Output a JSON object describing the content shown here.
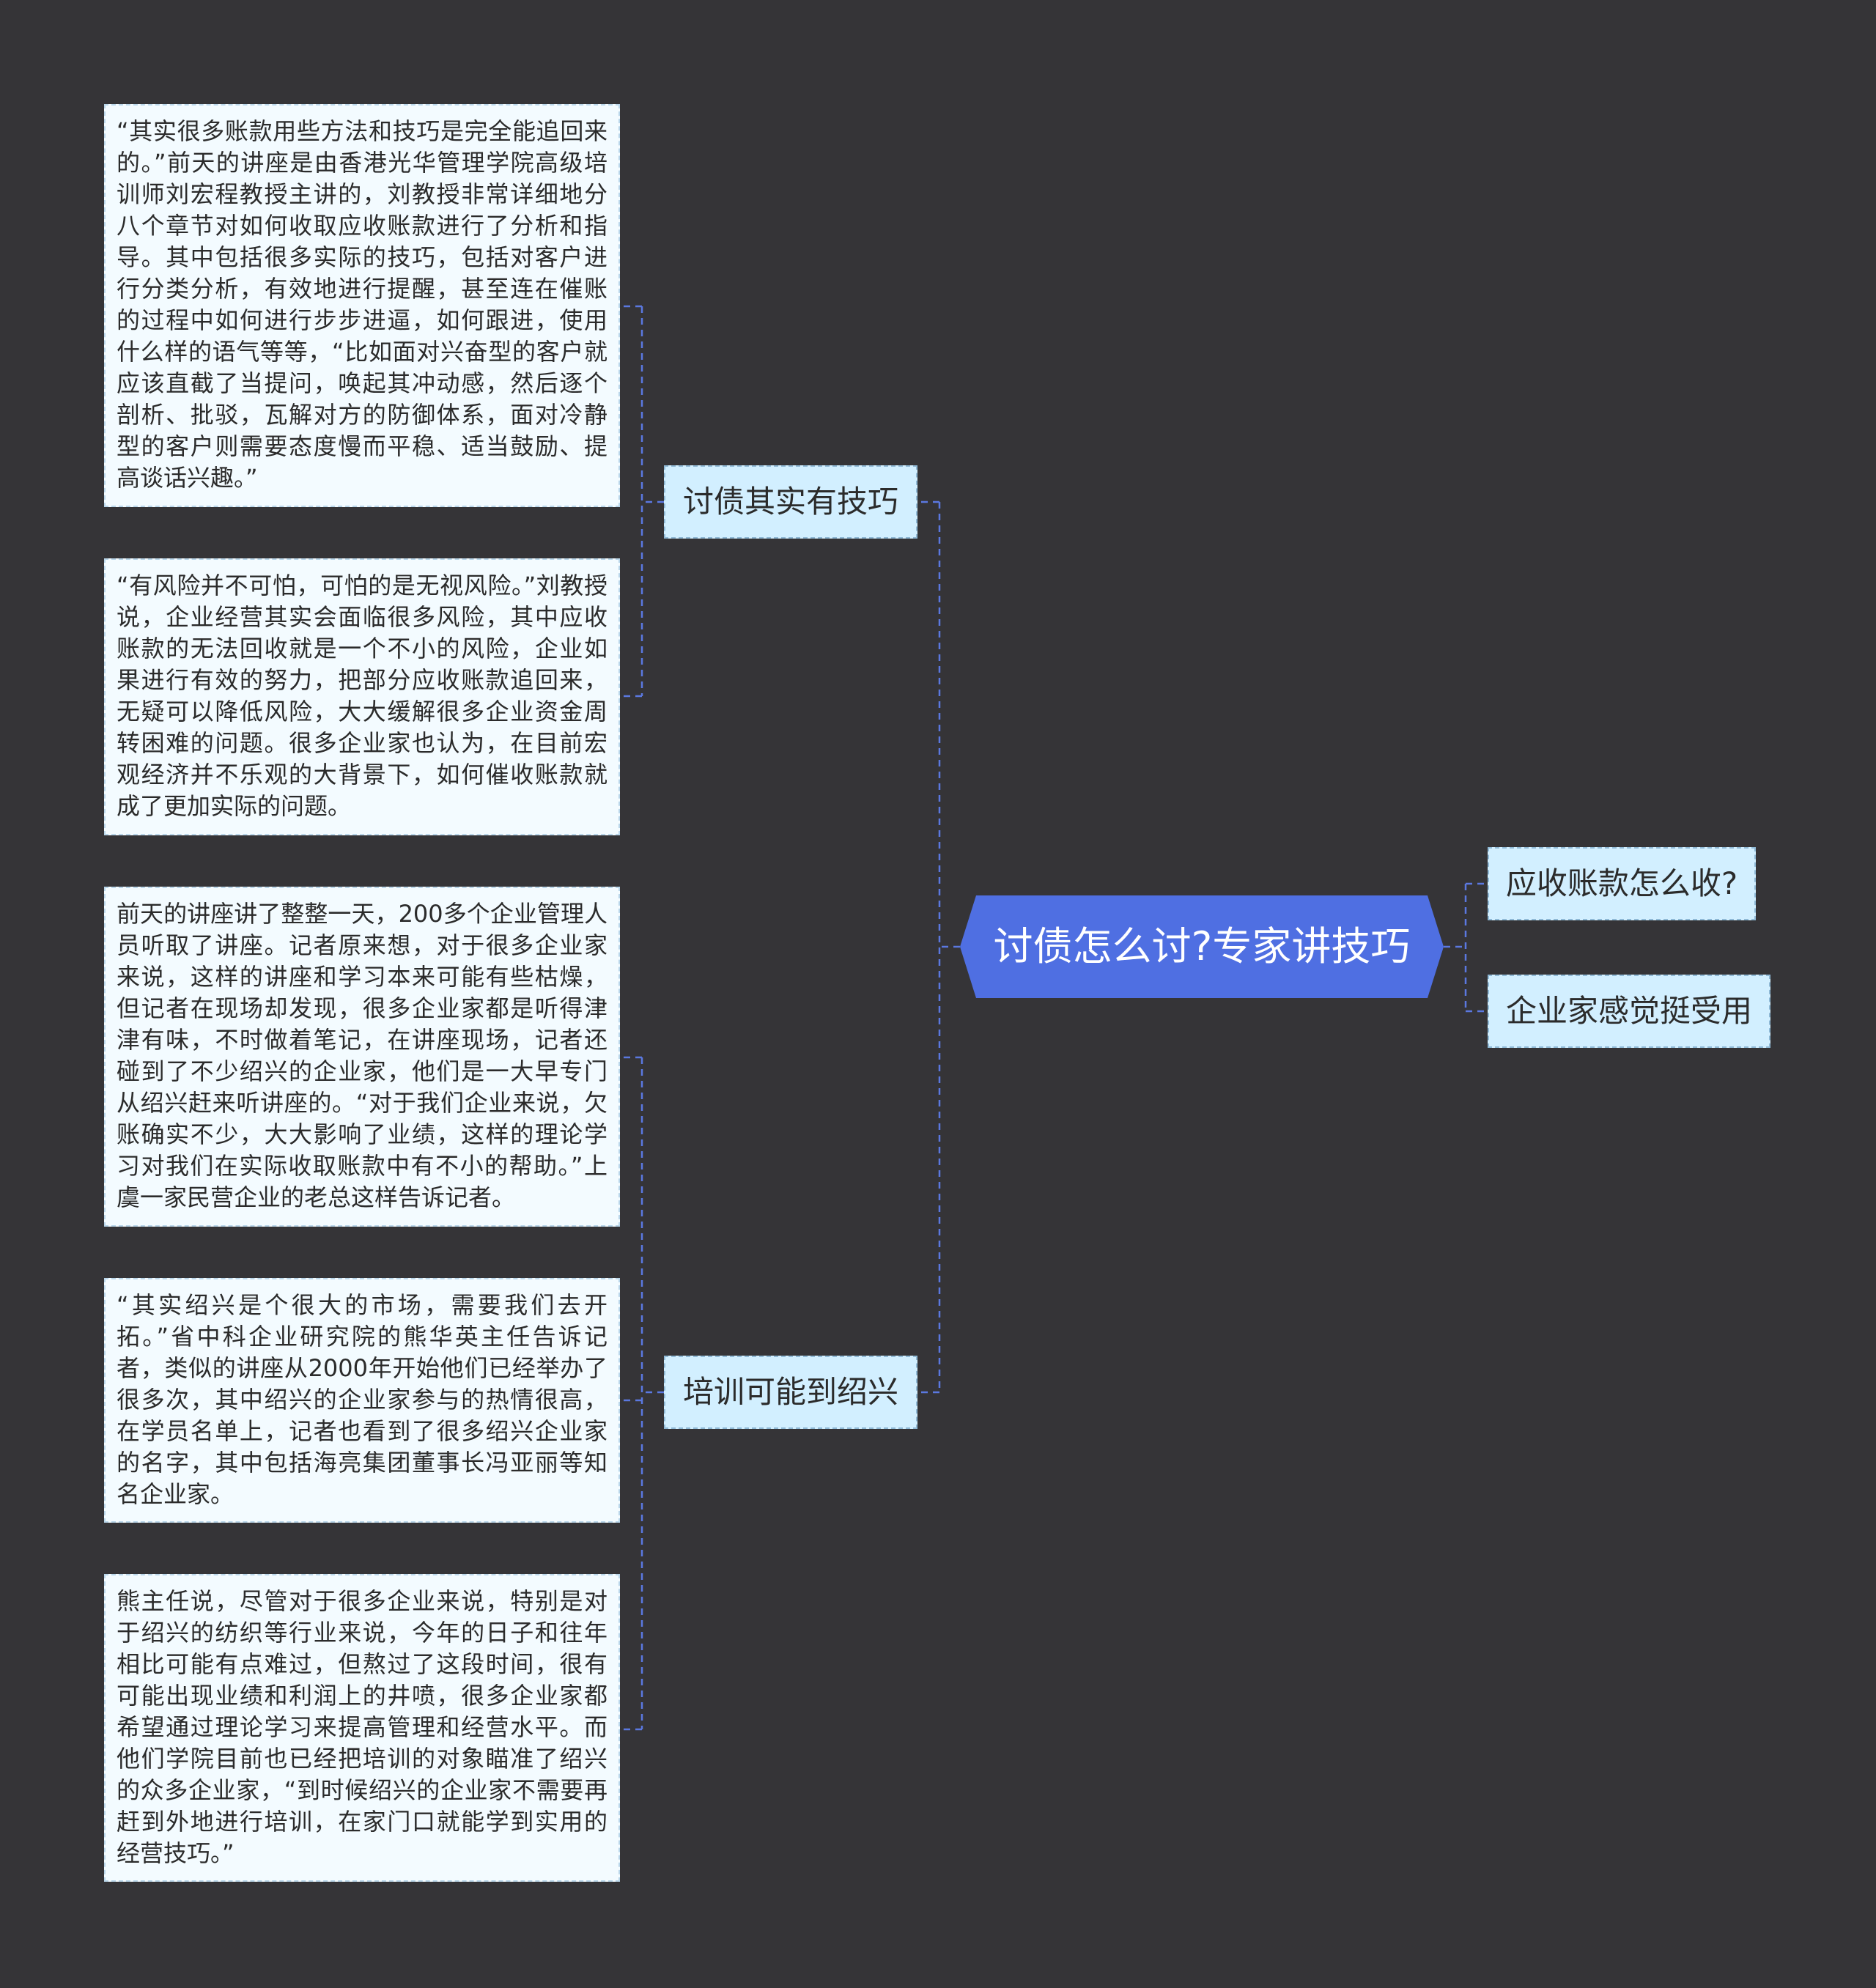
{
  "root": {
    "title": "讨债怎么讨?专家讲技巧"
  },
  "left_branches": [
    {
      "label": "讨债其实有技巧",
      "details": [
        "“其实很多账款用些方法和技巧是完全能追回来的。”前天的讲座是由香港光华管理学院高级培训师刘宏程教授主讲的，刘教授非常详细地分八个章节对如何收取应收账款进行了分析和指导。其中包括很多实际的技巧，包括对客户进行分类分析，有效地进行提醒，甚至连在催账的过程中如何进行步步进逼，如何跟进，使用什么样的语气等等，“比如面对兴奋型的客户就应该直截了当提问，唤起其冲动感，然后逐个剖析、批驳，瓦解对方的防御体系，面对冷静型的客户则需要态度慢而平稳、适当鼓励、提高谈话兴趣。”",
        "“有风险并不可怕，可怕的是无视风险。”刘教授说，企业经营其实会面临很多风险，其中应收账款的无法回收就是一个不小的风险，企业如果进行有效的努力，把部分应收账款追回来，无疑可以降低风险，大大缓解很多企业资金周转困难的问题。很多企业家也认为，在目前宏观经济并不乐观的大背景下，如何催收账款就成了更加实际的问题。"
      ]
    },
    {
      "label": "培训可能到绍兴",
      "details": [
        "前天的讲座讲了整整一天，200多个企业管理人员听取了讲座。记者原来想，对于很多企业家来说，这样的讲座和学习本来可能有些枯燥，但记者在现场却发现，很多企业家都是听得津津有味，不时做着笔记，在讲座现场，记者还碰到了不少绍兴的企业家，他们是一大早专门从绍兴赶来听讲座的。“对于我们企业来说，欠账确实不少，大大影响了业绩，这样的理论学习对我们在实际收取账款中有不小的帮助。”上虞一家民营企业的老总这样告诉记者。",
        "“其实绍兴是个很大的市场，需要我们去开拓。”省中科企业研究院的熊华英主任告诉记者，类似的讲座从2000年开始他们已经举办了很多次，其中绍兴的企业家参与的热情很高，在学员名单上，记者也看到了很多绍兴企业家的名字，其中包括海亮集团董事长冯亚丽等知名企业家。",
        "熊主任说，尽管对于很多企业来说，特别是对于绍兴的纺织等行业来说，今年的日子和往年相比可能有点难过，但熬过了这段时间，很有可能出现业绩和利润上的井喷，很多企业家都希望通过理论学习来提高管理和经营水平。而他们学院目前也已经把培训的对象瞄准了绍兴的众多企业家，“到时候绍兴的企业家不需要再赶到外地进行培训，在家门口就能学到实用的经营技巧。”"
      ]
    }
  ],
  "right_branches": [
    {
      "label": "应收账款怎么收?"
    },
    {
      "label": "企业家感觉挺受用"
    }
  ],
  "colors": {
    "background": "#353437",
    "root_fill": "#4f6fe2",
    "branch_fill": "#d2efff",
    "detail_fill": "#f3fbff",
    "connector": "#5b78e0"
  }
}
